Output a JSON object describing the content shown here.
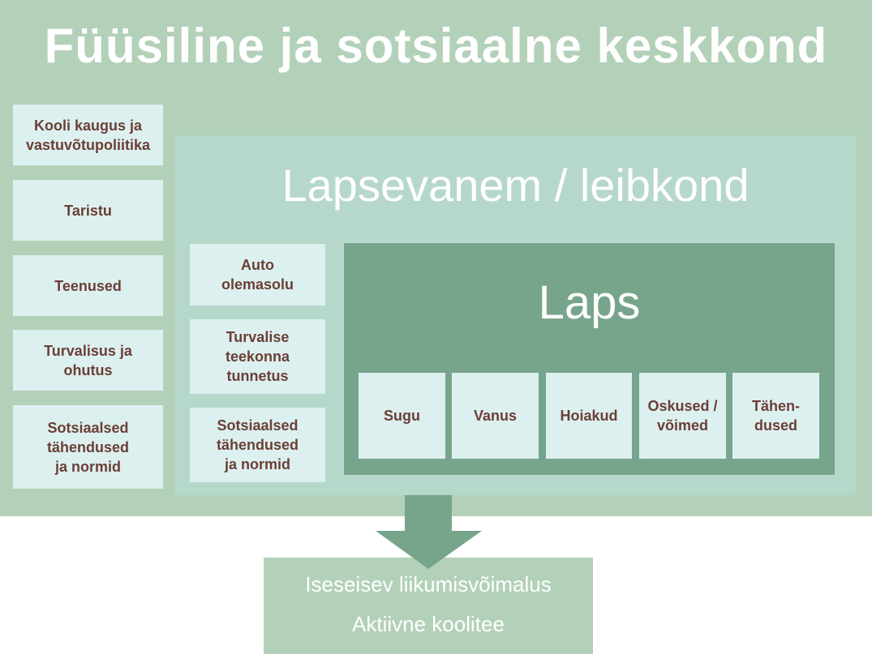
{
  "outer": {
    "title": "Füüsiline ja sotsiaalne keskkond",
    "items": [
      "Kooli kaugus ja\nvastuvõtupoliitika",
      "Taristu",
      "Teenused",
      "Turvalisus ja\nohutus",
      "Sotsiaalsed\ntähendused\nja normid"
    ]
  },
  "middle": {
    "title": "Lapsevanem / leibkond",
    "items": [
      "Auto\nolemasolu",
      "Turvalise\nteekonna\ntunnetus",
      "Sotsiaalsed\ntähendused\nja normid"
    ]
  },
  "inner": {
    "title": "Laps",
    "items": [
      "Sugu",
      "Vanus",
      "Hoiakud",
      "Oskused /\nvõimed",
      "Tähen-\ndused"
    ]
  },
  "outcome": {
    "lines": [
      "Iseseisev liikumisvõimalus",
      "Aktiivne koolitee"
    ]
  },
  "colors": {
    "outer": "#b3d1b9",
    "middle": "#b5d8cb",
    "inner": "#77a58b",
    "box": "#ddf0f0",
    "text": "#6b3f35"
  }
}
